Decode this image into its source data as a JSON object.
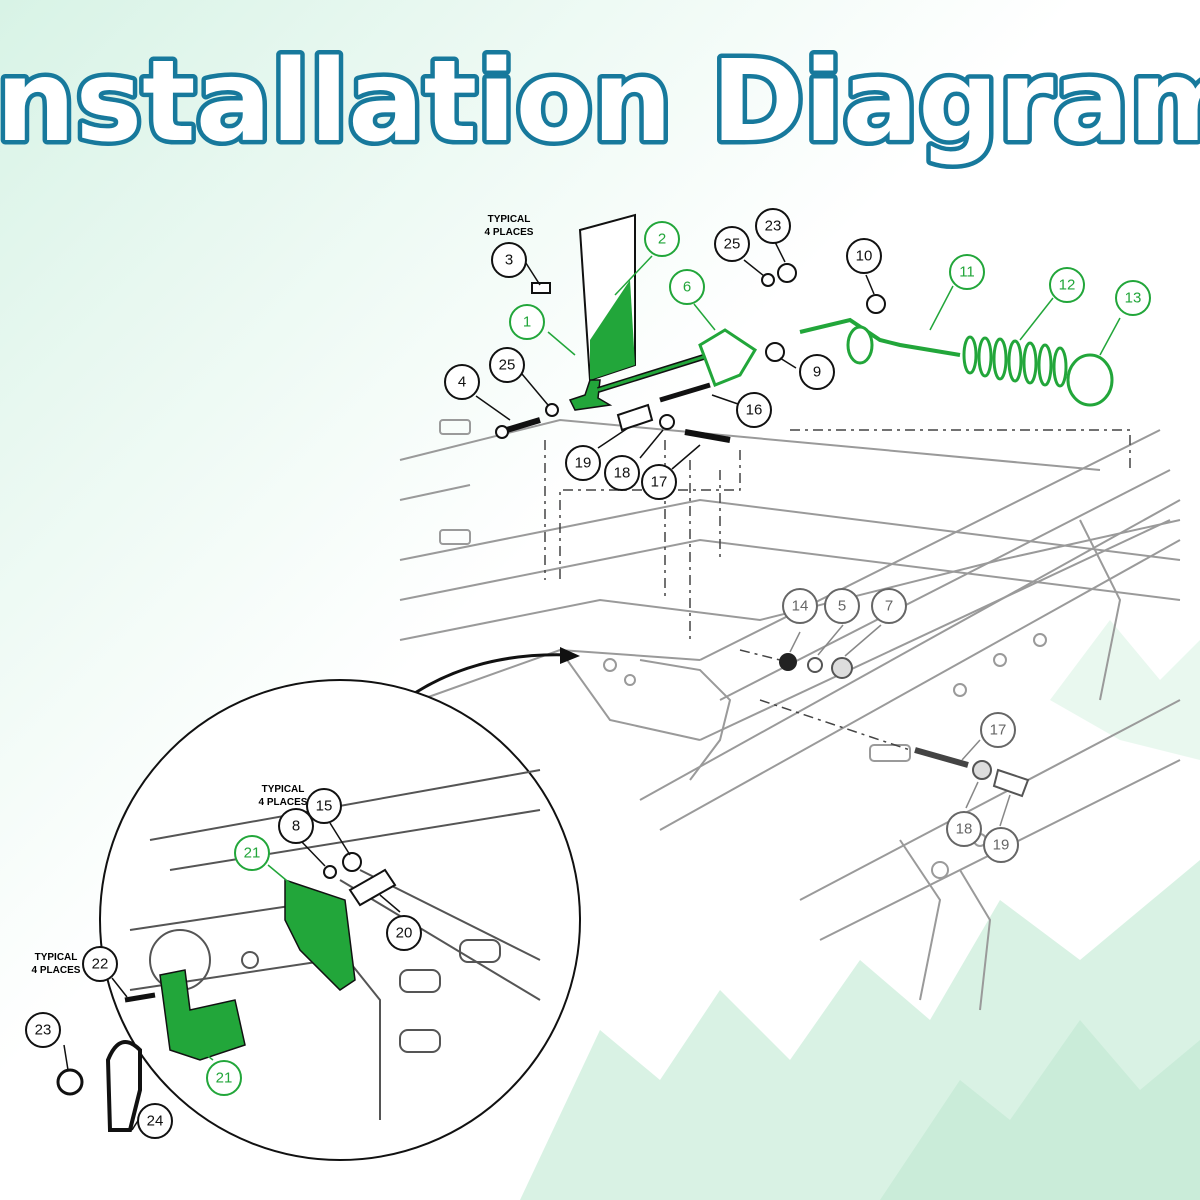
{
  "title": "Installation Diagram",
  "colors": {
    "title_fill": "#ffffff",
    "title_stroke": "#17799c",
    "highlight": "#22a63a",
    "line": "#111111",
    "frame_line": "#9a9a9a",
    "mint": "#cdeedb"
  },
  "notes": {
    "typical_top": [
      "TYPICAL",
      "4 PLACES"
    ],
    "typical_inset_top": [
      "TYPICAL",
      "4 PLACES"
    ],
    "typical_inset_left": [
      "TYPICAL",
      "4 PLACES"
    ]
  },
  "callouts": [
    {
      "label": "1",
      "style": "green"
    },
    {
      "label": "2",
      "style": "green"
    },
    {
      "label": "3",
      "style": "black"
    },
    {
      "label": "4",
      "style": "black"
    },
    {
      "label": "5",
      "style": "gray"
    },
    {
      "label": "6",
      "style": "green"
    },
    {
      "label": "7",
      "style": "gray"
    },
    {
      "label": "8",
      "style": "black"
    },
    {
      "label": "9",
      "style": "black"
    },
    {
      "label": "10",
      "style": "black"
    },
    {
      "label": "11",
      "style": "green"
    },
    {
      "label": "12",
      "style": "green"
    },
    {
      "label": "13",
      "style": "green"
    },
    {
      "label": "14",
      "style": "gray"
    },
    {
      "label": "15",
      "style": "black"
    },
    {
      "label": "16",
      "style": "black"
    },
    {
      "label": "17",
      "style": "black"
    },
    {
      "label": "17",
      "style": "gray"
    },
    {
      "label": "18",
      "style": "black"
    },
    {
      "label": "18",
      "style": "gray"
    },
    {
      "label": "19",
      "style": "black"
    },
    {
      "label": "19",
      "style": "gray"
    },
    {
      "label": "20",
      "style": "black"
    },
    {
      "label": "21",
      "style": "green"
    },
    {
      "label": "21",
      "style": "green"
    },
    {
      "label": "22",
      "style": "black"
    },
    {
      "label": "23",
      "style": "black"
    },
    {
      "label": "23",
      "style": "black"
    },
    {
      "label": "24",
      "style": "black"
    },
    {
      "label": "25",
      "style": "black"
    },
    {
      "label": "25",
      "style": "black"
    }
  ]
}
